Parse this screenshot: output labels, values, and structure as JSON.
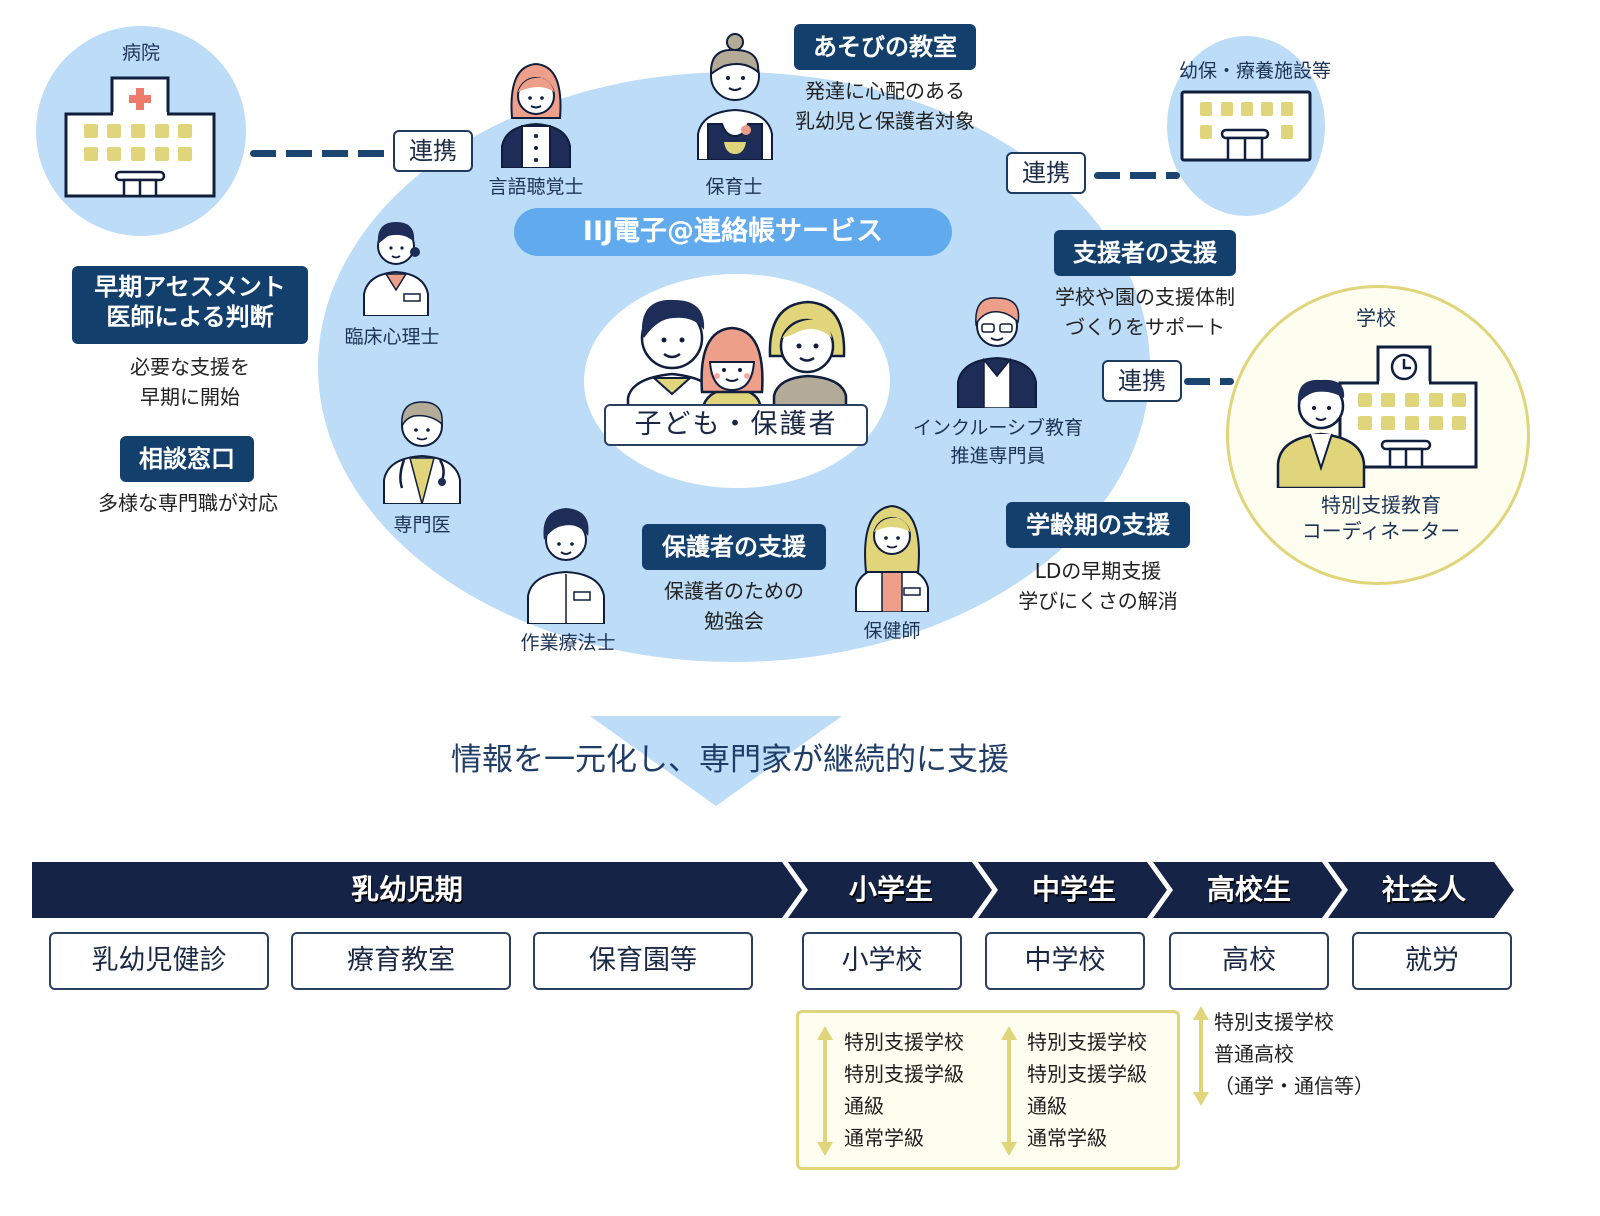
{
  "colors": {
    "navy": "#133f6d",
    "dark_navy": "#142346",
    "light_blue": "#bcdcf7",
    "service_blue": "#62aaee",
    "yellow": "#e0d57a",
    "cream": "#fdfdf0",
    "red_cross": "#ee7b6b"
  },
  "facilities": {
    "hospital": {
      "label": "病院",
      "icon": "hospital-building-icon"
    },
    "nursery": {
      "label": "幼保・療養施設等",
      "icon": "facility-building-icon"
    },
    "school": {
      "label": "学校",
      "icon": "school-building-icon",
      "person_label_line1": "特別支援教育",
      "person_label_line2": "コーディネーター"
    }
  },
  "link_label": "連携",
  "service_name": "IIJ電子@連絡帳サービス",
  "center": {
    "label": "子ども・保護者"
  },
  "roles": {
    "speech_therapist": "言語聴覚士",
    "childcare_worker": "保育士",
    "clinical_psychologist": "臨床心理士",
    "specialist_doctor": "専門医",
    "occupational_therapist": "作業療法士",
    "public_health_nurse": "保健師",
    "inclusive_specialist_line1": "インクルーシブ教育",
    "inclusive_specialist_line2": "推進専門員"
  },
  "callouts": {
    "play_class": {
      "title": "あそびの教室",
      "line1": "発達に心配のある",
      "line2": "乳幼児と保護者対象"
    },
    "supporter_support": {
      "title": "支援者の支援",
      "line1": "学校や園の支援体制",
      "line2": "づくりをサポート"
    },
    "early_assessment": {
      "title_line1": "早期アセスメント",
      "title_line2": "医師による判断",
      "line1": "必要な支援を",
      "line2": "早期に開始"
    },
    "consultation": {
      "title": "相談窓口",
      "line1": "多様な専門職が対応"
    },
    "parent_support": {
      "title": "保護者の支援",
      "line1": "保護者のための",
      "line2": "勉強会"
    },
    "school_age_support": {
      "title": "学齢期の支援",
      "line1": "LDの早期支援",
      "line2": "学びにくさの解消"
    }
  },
  "summary": "情報を一元化し、専門家が継続的に支援",
  "timeline": {
    "stages": [
      "乳幼児期",
      "小学生",
      "中学生",
      "高校生",
      "社会人"
    ],
    "boxes": [
      "乳幼児健診",
      "療育教室",
      "保育園等",
      "小学校",
      "中学校",
      "高校",
      "就労"
    ],
    "elementary_options": [
      "特別支援学校",
      "特別支援学級",
      "通級",
      "通常学級"
    ],
    "junior_high_options": [
      "特別支援学校",
      "特別支援学級",
      "通級",
      "通常学級"
    ],
    "high_school_options": [
      "特別支援学校",
      "普通高校",
      "（通学・通信等）"
    ]
  }
}
